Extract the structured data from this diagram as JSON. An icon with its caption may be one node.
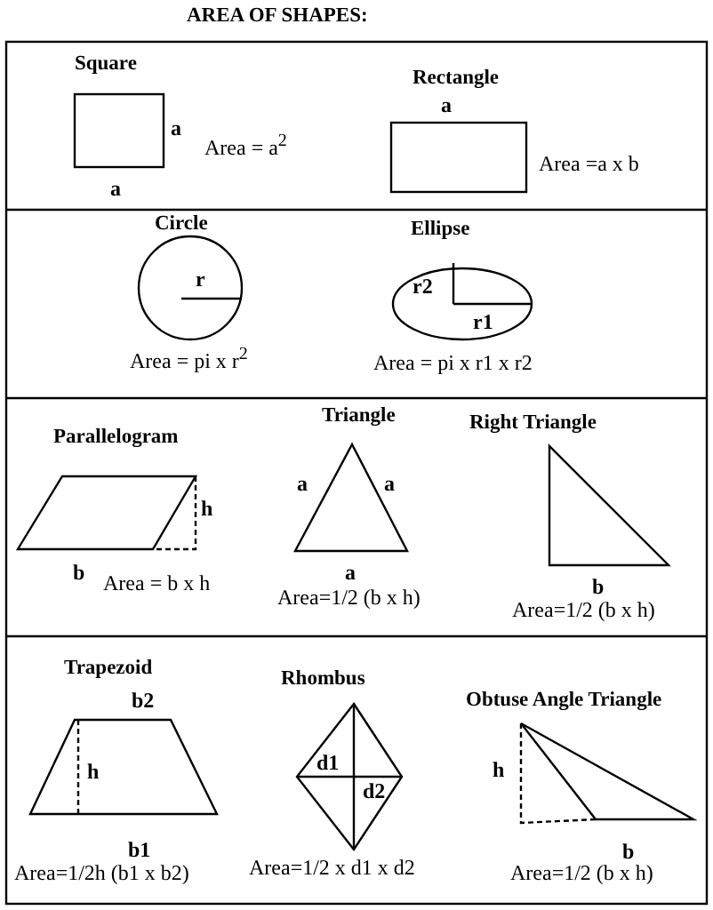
{
  "diagram": {
    "title": "AREA OF SHAPES:",
    "nodes": [
      {
        "text": [
          "Square"
        ],
        "beside": [
          "a",
          "a",
          "Area = a$^{2}$"
        ]
      },
      {
        "text": [
          "Rectangle"
        ],
        "beside": [
          "a",
          "Area =a x b"
        ]
      },
      {
        "text": [
          "Circle",
          "r"
        ],
        "beside": [
          "Area = pi x r$^{2}$"
        ]
      },
      {
        "text": [
          "Ellipse",
          "r2",
          "r1"
        ],
        "beside": [
          "Area = pi x r1 x r2"
        ]
      },
      {
        "text": [
          "Parallelogram"
        ],
        "beside": [
          "h",
          "b",
          "Area = b x h"
        ]
      },
      {
        "text": [
          "Triangle"
        ],
        "beside": [
          "a",
          "a",
          "a",
          "Area=1/2 (b x h)"
        ]
      },
      {
        "text": [
          "Right Triangle"
        ],
        "beside": [
          "b",
          "Area=1/2 (b x h)"
        ]
      },
      {
        "text": [
          "Trapezoid",
          "h"
        ],
        "beside": [
          "b2",
          "b1",
          "Area=1/2h (b1 x b2)"
        ]
      },
      {
        "text": [
          "Rhombus",
          "d1",
          "d2"
        ],
        "beside": [
          "Area=1/2 x d1 x d2"
        ]
      },
      {
        "text": [
          "Obtuse Angle Triangle"
        ],
        "beside": [
          "h",
          "b",
          "Area=1/2 (b x h)"
        ]
      }
    ],
    "edges": []
  }
}
